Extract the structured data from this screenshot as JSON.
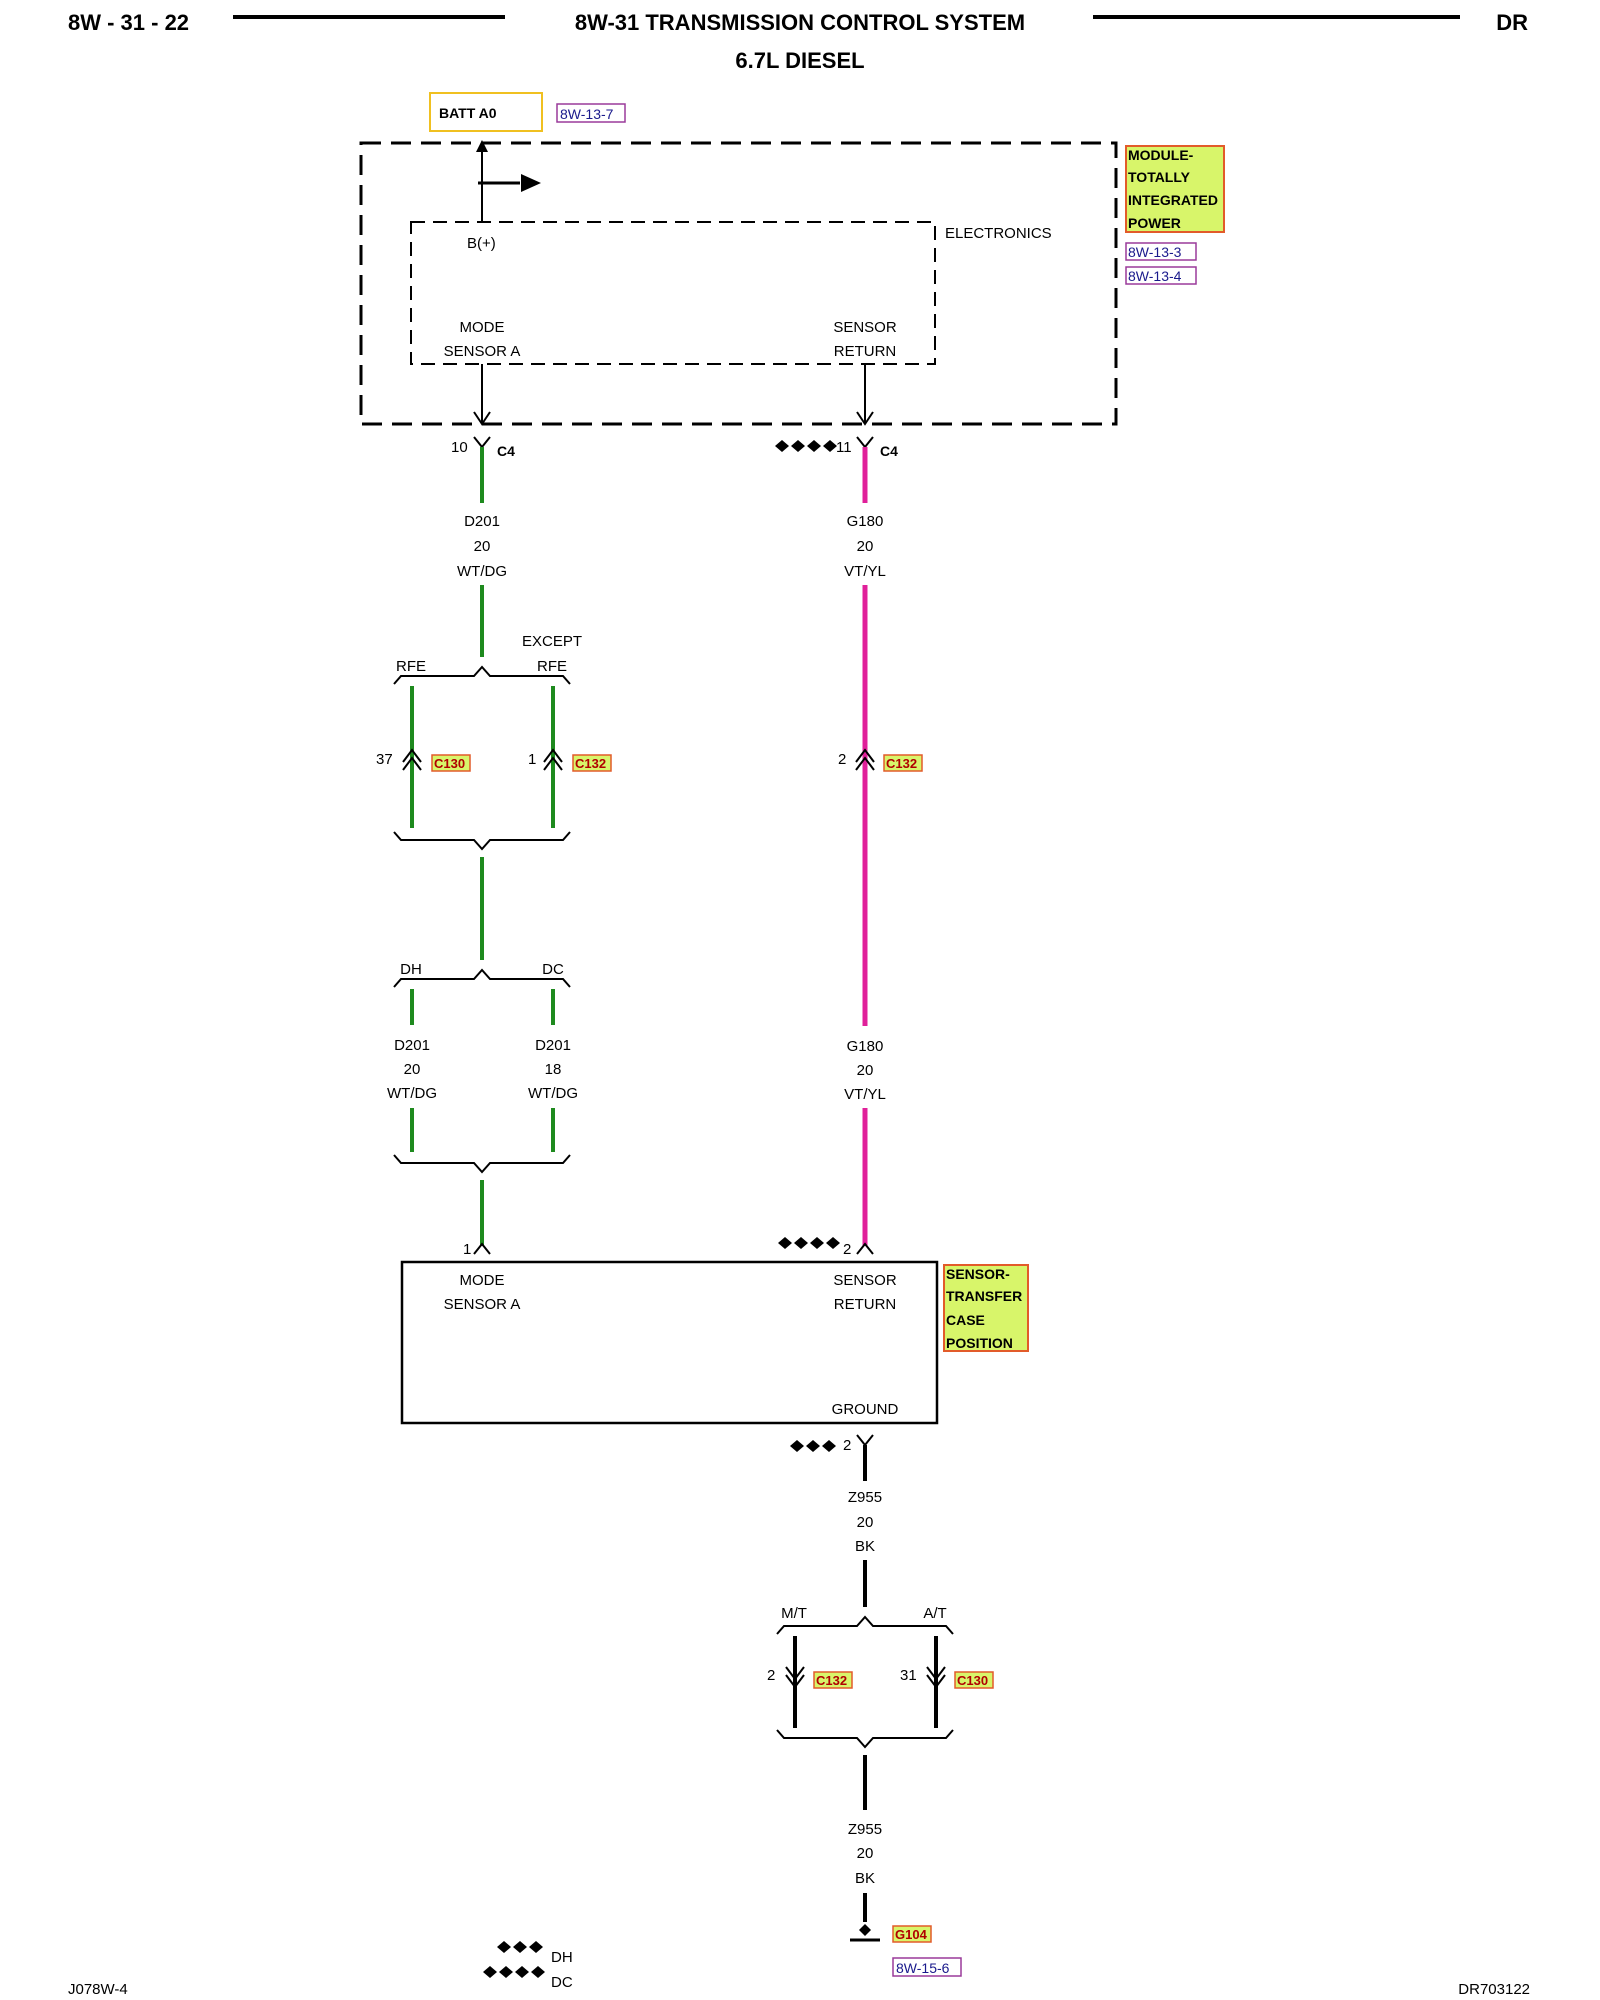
{
  "header": {
    "page_number": "8W - 31 - 22",
    "title": "8W-31 TRANSMISSION CONTROL SYSTEM",
    "subtitle": "6.7L DIESEL",
    "code": "DR"
  },
  "colors": {
    "green_wire": "#1e8a1e",
    "violet_wire": "#e0209a",
    "black_wire": "#000000",
    "highlight_fill": "#d8f56a",
    "highlight_border": "#e25b2a",
    "batt_border": "#f0c020",
    "ref_border": "#9a3a9a"
  },
  "tipm": {
    "batt_label": "BATT A0",
    "batt_ref": "8W-13-7",
    "module_label": [
      "MODULE-",
      "TOTALLY",
      "INTEGRATED",
      "POWER"
    ],
    "refs": [
      "8W-13-3",
      "8W-13-4"
    ],
    "electronics": "ELECTRONICS",
    "bplus": "B(+)",
    "mode_sensor": [
      "MODE",
      "SENSOR A"
    ],
    "sensor_return": [
      "SENSOR",
      "RETURN"
    ],
    "pin_mode": "10",
    "pin_return": "11",
    "connector": "C4"
  },
  "wires": {
    "d201_top": [
      "D201",
      "20",
      "WT/DG"
    ],
    "g180_top": [
      "G180",
      "20",
      "VT/YL"
    ],
    "g180_bottom": [
      "G180",
      "20",
      "VT/YL"
    ],
    "d201_dh": [
      "D201",
      "20",
      "WT/DG"
    ],
    "d201_dc": [
      "D201",
      "18",
      "WT/DG"
    ],
    "z955_top": [
      "Z955",
      "20",
      "BK"
    ],
    "z955_bottom": [
      "Z955",
      "20",
      "BK"
    ]
  },
  "splits": {
    "rfe": "RFE",
    "except_rfe": [
      "EXCEPT",
      "RFE"
    ],
    "dh": "DH",
    "dc": "DC",
    "mt": "M/T",
    "at": "A/T"
  },
  "connectors": {
    "c130_rfe": {
      "pin": "37",
      "name": "C130"
    },
    "c132_except": {
      "pin": "1",
      "name": "C132"
    },
    "c132_return": {
      "pin": "2",
      "name": "C132"
    },
    "c132_mt": {
      "pin": "2",
      "name": "C132"
    },
    "c130_at": {
      "pin": "31",
      "name": "C130"
    }
  },
  "sensor": {
    "label": [
      "SENSOR-",
      "TRANSFER",
      "CASE",
      "POSITION"
    ],
    "mode_sensor": [
      "MODE",
      "SENSOR A"
    ],
    "sensor_return": [
      "SENSOR",
      "RETURN"
    ],
    "ground": "GROUND",
    "pin_mode": "1",
    "pin_return": "2",
    "pin_ground": "2"
  },
  "ground": {
    "name": "G104",
    "ref": "8W-15-6"
  },
  "legend": {
    "dh": "DH",
    "dc": "DC"
  },
  "footer": {
    "left": "J078W-4",
    "right": "DR703122"
  }
}
